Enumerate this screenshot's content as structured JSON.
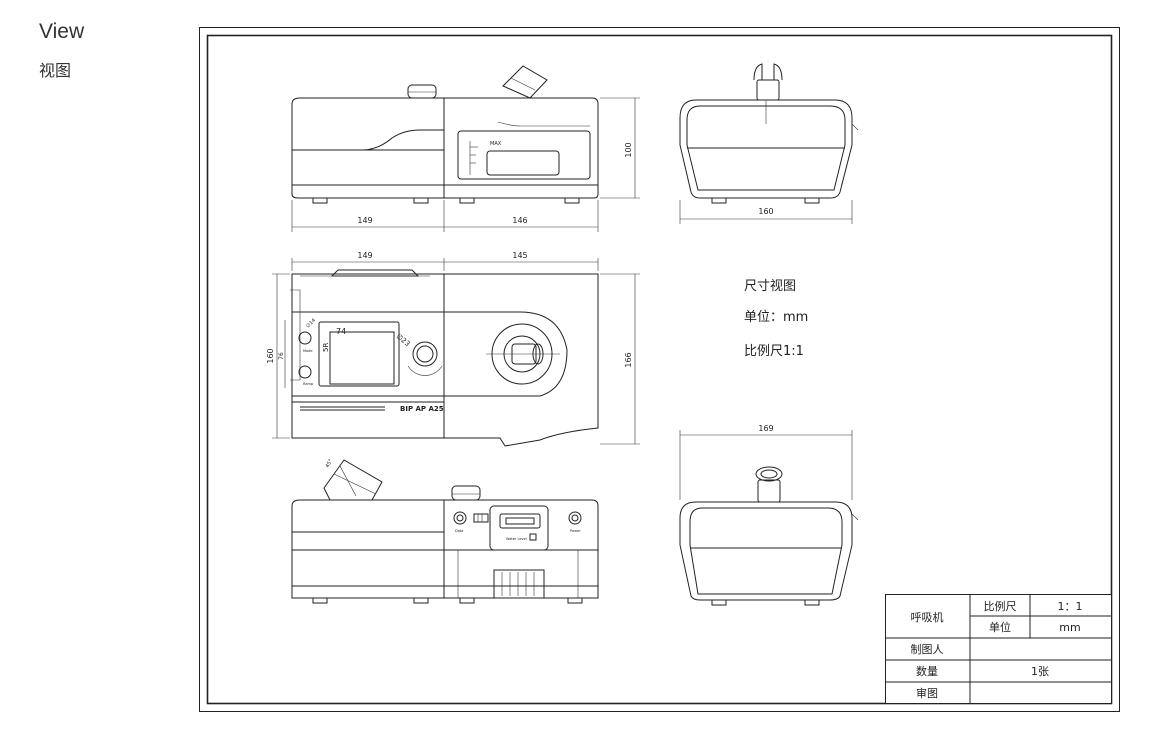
{
  "header": {
    "title": "View",
    "subtitle": "视图"
  },
  "notes": {
    "title": "尺寸视图",
    "unit": "单位：mm",
    "scale": "比例尺1:1"
  },
  "dimensions": {
    "front_left_width": "149",
    "front_right_width": "146",
    "front_height": "100",
    "side_top_width": "160",
    "top_left_width": "149",
    "top_right_width": "145",
    "top_left_height": "160",
    "top_inner_height": "76",
    "top_right_height": "166",
    "screen_width": "74",
    "screen_height": "5R",
    "knob_dim": "∅23",
    "button_dim": "∅14",
    "side_bottom_width": "169",
    "tube_angle": "45°"
  },
  "labels": {
    "brand": "BIP AP A25",
    "max_mark": "MAX",
    "btn_mode": "Mode",
    "btn_ramp": "Ramp",
    "port_data": "Data",
    "port_water": "Water Level",
    "port_power": "Power"
  },
  "title_block": {
    "product": "呼吸机",
    "scale_label": "比例尺",
    "scale_value": "1：1",
    "unit_label": "单位",
    "unit_value": "mm",
    "drafter_label": "制图人",
    "drafter_value": "",
    "quantity_label": "数量",
    "quantity_value": "1张",
    "review_label": "审图",
    "review_value": ""
  }
}
